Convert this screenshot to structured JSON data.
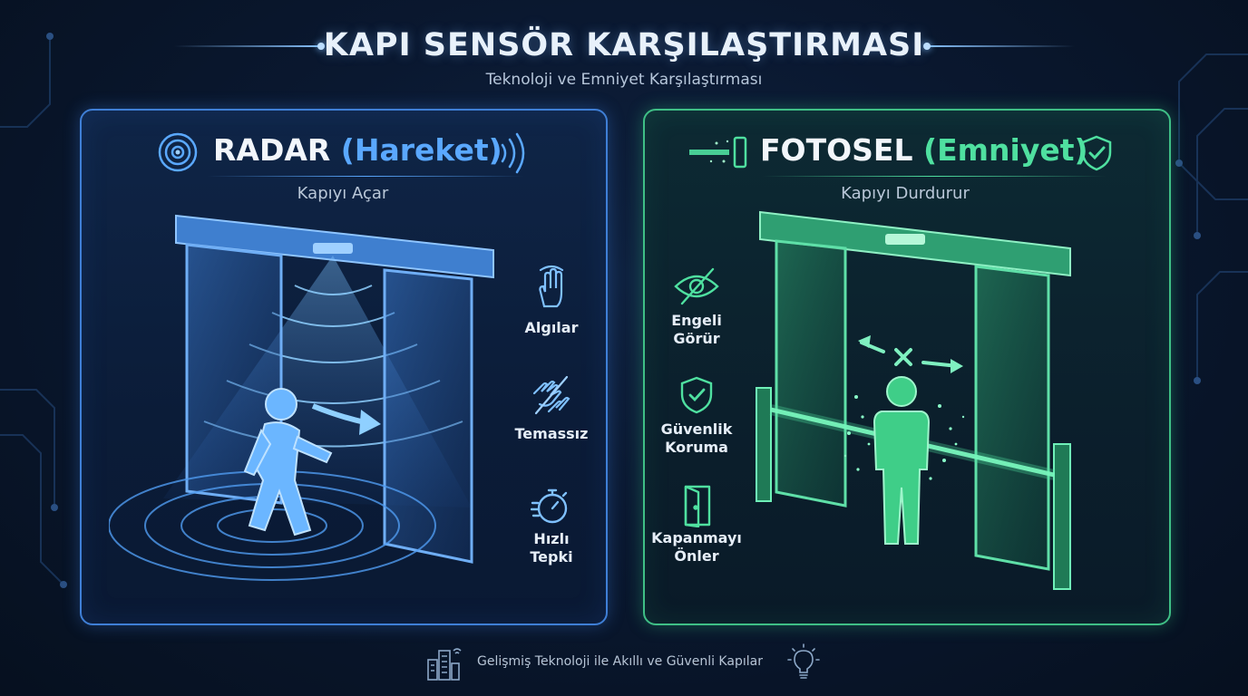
{
  "header": {
    "title": "KAPI SENSÖR KARŞILAŞTIRMASI",
    "subtitle": "Teknoloji ve Emniyet Karşılaştırması"
  },
  "radar": {
    "title_main": "RADAR",
    "title_accent": "(Hareket)",
    "subtitle": "Kapıyı Açar",
    "features": [
      {
        "icon": "hand-wave-icon",
        "label": "Algılar"
      },
      {
        "icon": "no-touch-hand-icon",
        "label": "Temassız"
      },
      {
        "icon": "stopwatch-icon",
        "label": "Hızlı\nTepki"
      }
    ]
  },
  "fotosel": {
    "title_main": "FOTOSEL",
    "title_accent": "(Emniyet)",
    "subtitle": "Kapıyı Durdurur",
    "features": [
      {
        "icon": "eye-slash-icon",
        "label": "Engeli\nGörür"
      },
      {
        "icon": "shield-check-icon",
        "label": "Güvenlik\nKoruma"
      },
      {
        "icon": "door-icon",
        "label": "Kapanmayı\nÖnler"
      }
    ]
  },
  "footer": {
    "text": "Gelişmiş Teknoloji ile Akıllı ve Güvenli Kapılar"
  },
  "colors": {
    "radar_accent": "#5aa8ff",
    "fotosel_accent": "#4fe0a0",
    "background": "#0a1830"
  }
}
